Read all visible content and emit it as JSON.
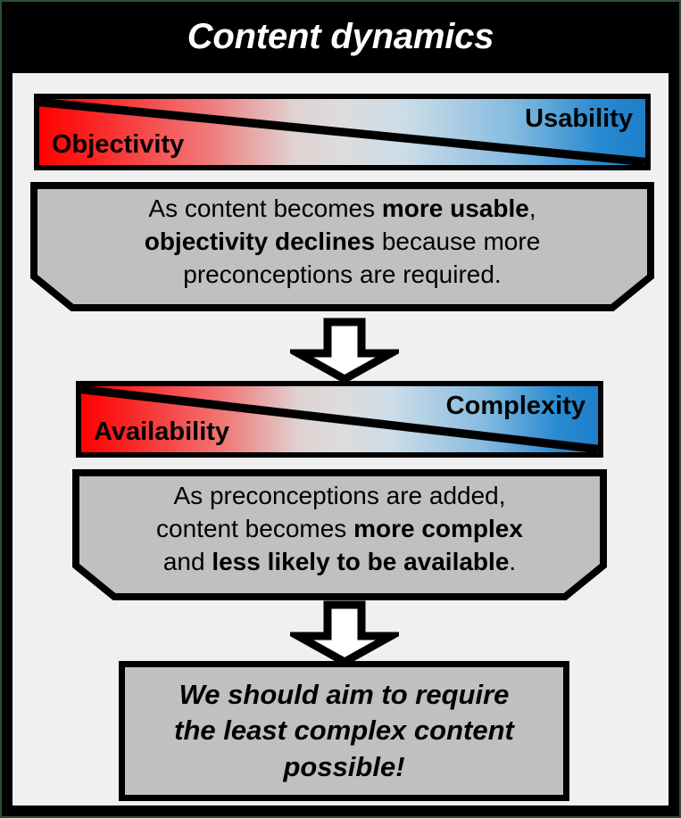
{
  "title": "Content dynamics",
  "colors": {
    "frame": "#000000",
    "canvas": "#f0f0f0",
    "box_fill": "#c0c0c0",
    "gradient_start": "#ff0000",
    "gradient_mid": "#dcdcdc",
    "gradient_end": "#1d7fca",
    "title_text": "#ffffff"
  },
  "sections": [
    {
      "gradient": {
        "left_label": "Objectivity",
        "right_label": "Usability"
      },
      "statement": {
        "line1_a": "As content becomes ",
        "line1_b": "more usable",
        "line1_c": ",",
        "line2_a": "objectivity declines",
        "line2_b": " because more",
        "line3_a": "preconceptions are required."
      }
    },
    {
      "gradient": {
        "left_label": "Availability",
        "right_label": "Complexity"
      },
      "statement": {
        "line1_a": "As preconceptions are added,",
        "line2_a": "content becomes ",
        "line2_b": "more complex",
        "line3_a": "and ",
        "line3_b": "less likely to be available",
        "line3_c": "."
      }
    }
  ],
  "arrows": [
    {
      "name": "down-arrow-1"
    },
    {
      "name": "down-arrow-2"
    }
  ],
  "conclusion": {
    "line1": "We should aim to require",
    "line2": "the least complex content",
    "line3": "possible!"
  }
}
